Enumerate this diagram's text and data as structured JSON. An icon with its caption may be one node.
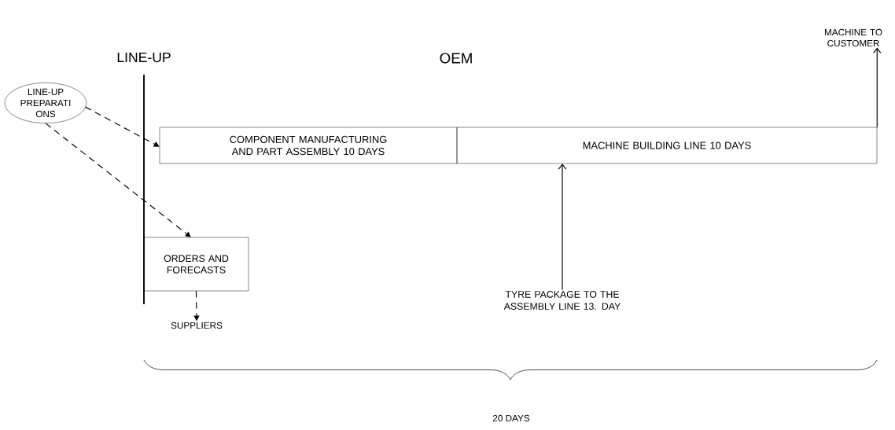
{
  "diagram": {
    "title": "OEM",
    "nodes": [
      {
        "text": [
          "LINE-UP PREPARATI ONS"
        ]
      },
      {
        "text": [
          "COMPONENT MANUFACTURING AND PART ASSEMBLY 10 DAYS"
        ]
      },
      {
        "text": [
          "MACHINE BUILDING LINE 10 DAYS"
        ]
      },
      {
        "text": [
          "ORDERS AND FORECASTS"
        ]
      },
      {
        "text": [
          "SUPPLIERS"
        ]
      },
      {
        "text": [
          "TYRE PACKAGE TO THE ASSEMBLY LINE 13. DAY"
        ]
      },
      {
        "text": [
          "MACHINE TO CUSTOMER"
        ]
      }
    ],
    "edges": [
      {
        "from": 0,
        "to": 1,
        "arrow": "to",
        "style": "dashed"
      },
      {
        "from": 0,
        "to": 3,
        "arrow": "to",
        "style": "dashed"
      },
      {
        "from": 3,
        "to": 4,
        "arrow": "to",
        "style": "dashed"
      },
      {
        "from": 5,
        "to": 2,
        "arrow": "to"
      },
      {
        "from": 2,
        "to": 6,
        "arrow": "to"
      }
    ],
    "labels": [
      "LINE-UP",
      "20 DAYS"
    ]
  }
}
